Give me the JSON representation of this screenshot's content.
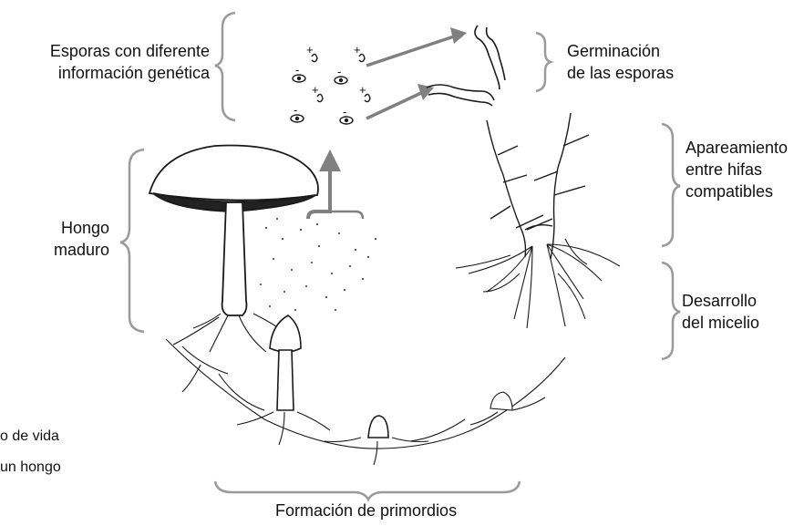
{
  "diagram": {
    "labels": {
      "spores": [
        "Esporas con diferente",
        "información genética"
      ],
      "germination": [
        "Germinación",
        "de las esporas"
      ],
      "mating": [
        "Apareamiento",
        "entre hifas",
        "compatibles"
      ],
      "mature": [
        "Hongo",
        "maduro"
      ],
      "mycelium": [
        "Desarrollo",
        "del micelio"
      ],
      "primordia": "Formación de primordios",
      "caption": [
        "o de vida",
        "un hongo"
      ]
    },
    "spore_signs": [
      "+",
      "-",
      "+",
      "-",
      "+",
      "-",
      "+",
      "-"
    ],
    "colors": {
      "arrow": "#808080",
      "ink": "#1a1a1a",
      "bracket": "#9a9a9a"
    }
  }
}
